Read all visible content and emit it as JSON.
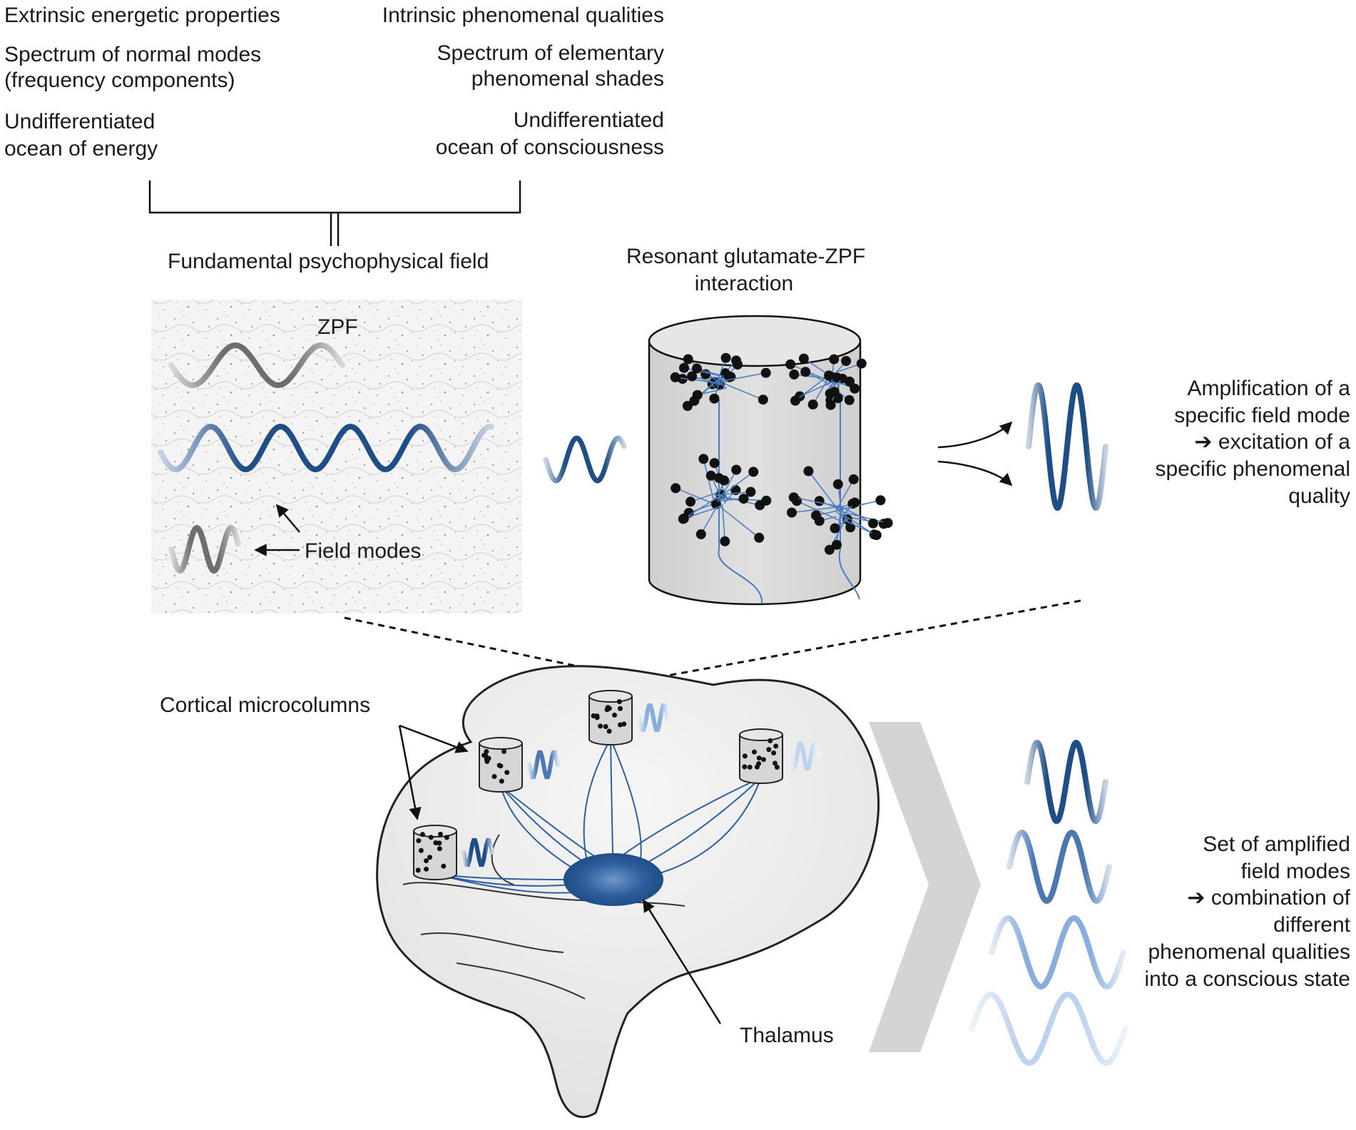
{
  "top_left": {
    "line1": "Extrinsic energetic properties",
    "line2a": "Spectrum of normal modes",
    "line2b": "(frequency components)",
    "line3a": "Undifferentiated",
    "line3b": "ocean of energy"
  },
  "top_right": {
    "line1": "Intrinsic phenomenal qualities",
    "line2a": "Spectrum of elementary",
    "line2b": "phenomenal shades",
    "line3a": "Undifferentiated",
    "line3b": "ocean of consciousness"
  },
  "field_label": "Fundamental psychophysical field",
  "zpf_label": "ZPF",
  "field_modes_label": "Field modes",
  "resonance_label_a": "Resonant glutamate-ZPF",
  "resonance_label_b": "interaction",
  "amplification": {
    "l1": "Amplification of a",
    "l2": "specific field mode",
    "l3": "➔ excitation of a",
    "l4": "specific phenomenal",
    "l5": "quality"
  },
  "microcolumns_label": "Cortical microcolumns",
  "thalamus_label": "Thalamus",
  "combination": {
    "l1": "Set of amplified",
    "l2": "field modes",
    "l3": "➔ combination of",
    "l4": "different",
    "l5": "phenomenal qualities",
    "l6": "into a conscious state"
  },
  "colors": {
    "dark_blue": "#1f4e86",
    "mid_blue": "#4a78b2",
    "light_blue": "#8aaedb",
    "pale_blue": "#bdd2ec",
    "grey_wave": "#7a7a7a",
    "brain_fill": "#eeeeee",
    "cylinder_fill": "#d8d8d8",
    "chevron": "#d4d4d4",
    "thalamus": "#2e5f9e"
  }
}
